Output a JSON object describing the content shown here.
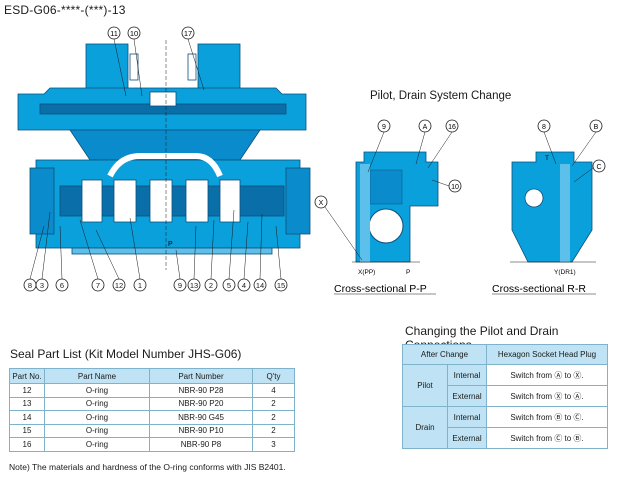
{
  "model_title": "ESD-G06-****-(***)-13",
  "pilot_title": "Pilot, Drain System Change",
  "main_callouts": {
    "top": [
      "11",
      "10",
      "17"
    ],
    "bottom": [
      "8",
      "3",
      "6",
      "7",
      "12",
      "1",
      "9",
      "13",
      "2",
      "5",
      "4",
      "14",
      "15"
    ]
  },
  "pp_section": {
    "callouts": [
      "9",
      "A",
      "16",
      "10",
      "X"
    ],
    "port_labels": [
      "X(PP)",
      "P"
    ],
    "caption": "Cross-sectional   P-P"
  },
  "rr_section": {
    "callouts": [
      "8",
      "B",
      "C"
    ],
    "port_labels": [
      "T",
      "Y(DR1)"
    ],
    "caption": "Cross-sectional   R-R"
  },
  "main_port_labels": [
    "P"
  ],
  "seal_list": {
    "title": "Seal Part List (Kit Model Number JHS-G06)",
    "headers": [
      "Part No.",
      "Part Name",
      "Part Number",
      "Q'ty"
    ],
    "rows": [
      [
        "12",
        "O-ring",
        "NBR-90 P28",
        "4"
      ],
      [
        "13",
        "O-ring",
        "NBR-90 P20",
        "2"
      ],
      [
        "14",
        "O-ring",
        "NBR-90 G45",
        "2"
      ],
      [
        "15",
        "O-ring",
        "NBR-90 P10",
        "2"
      ],
      [
        "16",
        "O-ring",
        "NBR-90 P8",
        "3"
      ]
    ],
    "note": "Note) The materials and hardness of the O-ring conforms with JIS B2401."
  },
  "change_table": {
    "title": "Changing the Pilot and Drain Connections",
    "headers": [
      "After Change",
      "Hexagon Socket Head Plug"
    ],
    "groups": [
      {
        "name": "Pilot",
        "rows": [
          {
            "sub": "Internal",
            "action": "Switch from Ⓐ to Ⓧ."
          },
          {
            "sub": "External",
            "action": "Switch from Ⓧ to Ⓐ."
          }
        ]
      },
      {
        "name": "Drain",
        "rows": [
          {
            "sub": "Internal",
            "action": "Switch from Ⓑ to Ⓒ."
          },
          {
            "sub": "External",
            "action": "Switch from Ⓒ to Ⓑ."
          }
        ]
      }
    ]
  },
  "colors": {
    "body_blue": "#0aa0dc",
    "dark_blue": "#0a6fa8",
    "table_header": "#bfe3f5",
    "line": "#1a1a1a"
  }
}
